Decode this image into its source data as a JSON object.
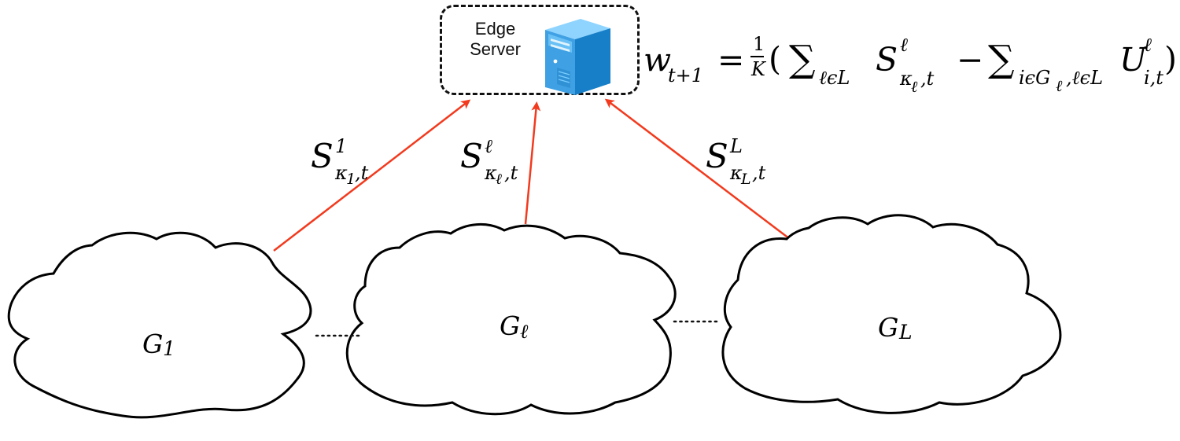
{
  "edge_server": {
    "label_line_1": "Edge",
    "label_line_2": "Server",
    "icon": "server-icon"
  },
  "formula": {
    "lhs_base": "w",
    "lhs_subscript": "t+1",
    "equals": "=",
    "fraction_numerator": "1",
    "fraction_denominator": "K",
    "open_paren": "(",
    "sum_1": "∑",
    "sum_1_subscript": "ℓϵL",
    "term_1_base": "S",
    "term_1_superscript": "ℓ",
    "term_1_subscript": "κ",
    "term_1_sub_subscript": "ℓ",
    "term_1_subscript_tail": ",t",
    "minus": "−",
    "sum_2": "∑",
    "sum_2_subscript": "iϵG",
    "sum_2_sub_subscript": "ℓ",
    "sum_2_subscript_tail": ",ℓϵL",
    "term_2_base": "U",
    "term_2_superscript": "ℓ",
    "term_2_subscript": "i,t",
    "close_paren": ")"
  },
  "uploads": [
    {
      "base": "S",
      "superscript": "1",
      "subscript": "κ",
      "sub_subscript": "1",
      "subscript_tail": ",t"
    },
    {
      "base": "S",
      "superscript": "ℓ",
      "subscript": "κ",
      "sub_subscript": "ℓ",
      "subscript_tail": ",t"
    },
    {
      "base": "S",
      "superscript": "L",
      "subscript": "κ",
      "sub_subscript": "L",
      "subscript_tail": ",t"
    }
  ],
  "groups": [
    {
      "name": "G",
      "index": "1"
    },
    {
      "name": "G",
      "index": "ℓ"
    },
    {
      "name": "G",
      "index": "L"
    }
  ],
  "colors": {
    "arrow": "#F23A1E",
    "outline": "#111111",
    "server_front": "#3FA0E3",
    "server_side": "#167FC7",
    "server_top": "#8ED4FF"
  }
}
